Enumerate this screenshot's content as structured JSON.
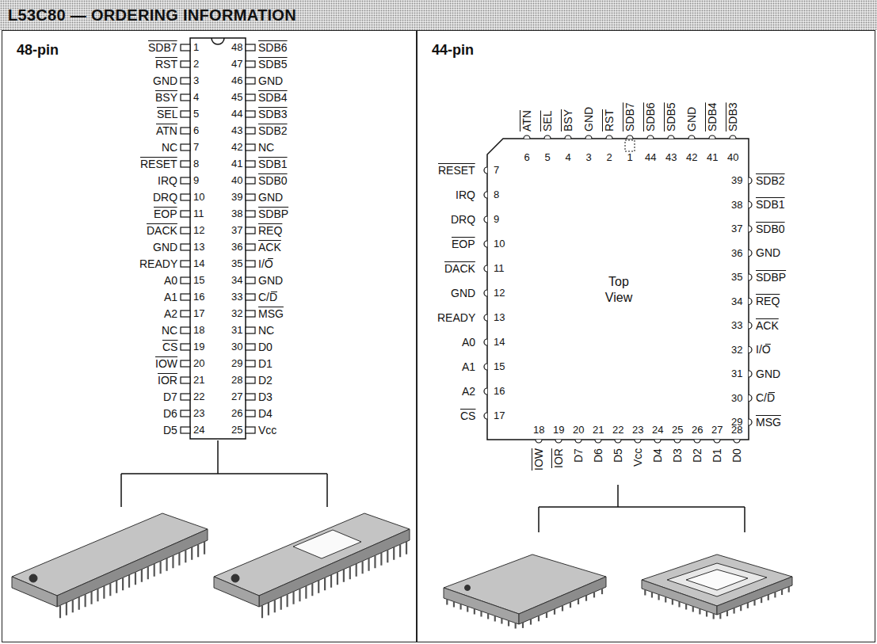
{
  "diagram": {
    "title": "L53C80 — ORDERING INFORMATION",
    "nodes": [
      {
        "text": [
          "48-pin"
        ]
      },
      {
        "text": [
          "44-pin"
        ]
      },
      {
        "text": [
          "Top View"
        ],
        "in": 1
      }
    ],
    "labels": [
      "SDB7",
      "1",
      "RST",
      "2",
      "GND",
      "3",
      "BSY",
      "4",
      "SEL",
      "5",
      "ATN",
      "6",
      "NC",
      "7",
      "RESET",
      "8",
      "IRQ",
      "9",
      "DRQ",
      "10",
      "EOP",
      "11",
      "DACK",
      "12",
      "GND",
      "13",
      "READY",
      "14",
      "A0",
      "15",
      "A1",
      "16",
      "A2",
      "17",
      "NC",
      "18",
      "CS",
      "19",
      "IOW",
      "20",
      "IOR",
      "21",
      "D7",
      "22",
      "D6",
      "23",
      "D5",
      "24",
      "48",
      "SDB6",
      "47",
      "SDB5",
      "46",
      "GND",
      "45",
      "SDB4",
      "44",
      "SDB3",
      "43",
      "SDB2",
      "42",
      "NC",
      "41",
      "SDB1",
      "40",
      "SDB0",
      "39",
      "GND",
      "38",
      "SDBP",
      "37",
      "REQ",
      "36",
      "ACK",
      "35",
      "I/O",
      "34",
      "GND",
      "33",
      "C/D",
      "32",
      "MSG",
      "31",
      "NC",
      "30",
      "D0",
      "29",
      "D1",
      "28",
      "D2",
      "27",
      "D3",
      "26",
      "D4",
      "25",
      "Vcc",
      "RESET",
      "7",
      "IRQ",
      "8",
      "DRQ",
      "9",
      "EOP",
      "10",
      "DACK",
      "11",
      "GND",
      "12",
      "READY",
      "13",
      "A0",
      "14",
      "A1",
      "15",
      "A2",
      "16",
      "CS",
      "17",
      "IOW",
      "18",
      "IOR",
      "19",
      "D7",
      "20",
      "D6",
      "21",
      "D5",
      "22",
      "Vcc",
      "23",
      "D4",
      "24",
      "D3",
      "25",
      "D2",
      "26",
      "D1",
      "27",
      "D0",
      "28",
      "39",
      "SDB2",
      "38",
      "SDB1",
      "37",
      "SDB0",
      "36",
      "GND",
      "35",
      "SDBP",
      "34",
      "REQ",
      "33",
      "ACK",
      "32",
      "I/O",
      "31",
      "GND",
      "30",
      "C/D",
      "29",
      "MSG",
      "ATN",
      "6",
      "SEL",
      "5",
      "BSY",
      "4",
      "GND",
      "3",
      "RST",
      "2",
      "SDB7",
      "1",
      "SDB6",
      "44",
      "SDB5",
      "43",
      "GND",
      "42",
      "SDB4",
      "41",
      "SDB3",
      "40"
    ]
  }
}
